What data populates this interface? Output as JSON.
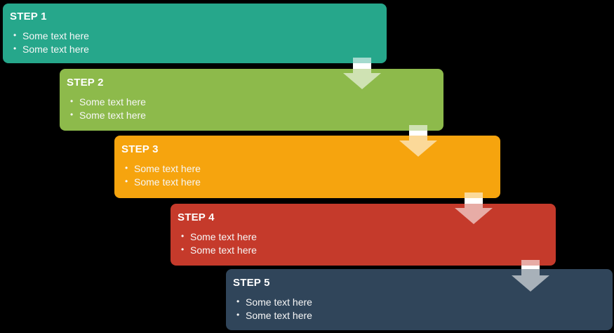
{
  "diagram": {
    "background_color": "#000000",
    "arrow": {
      "shape": "down-arrow",
      "color": "#FFFFFF",
      "opacity": 0.58
    },
    "steps": [
      {
        "title": "STEP 1",
        "color": "#26A78B",
        "bullets": [
          "Some text here",
          "Some text here"
        ]
      },
      {
        "title": "STEP 2",
        "color": "#8DBA4B",
        "bullets": [
          "Some text here",
          "Some text here"
        ]
      },
      {
        "title": "STEP 3",
        "color": "#F6A40E",
        "bullets": [
          "Some text here",
          "Some text here"
        ]
      },
      {
        "title": "STEP 4",
        "color": "#C53A2B",
        "bullets": [
          "Some text here",
          "Some text here"
        ]
      },
      {
        "title": "STEP 5",
        "color": "#30455A",
        "bullets": [
          "Some text here",
          "Some text here"
        ]
      }
    ]
  }
}
